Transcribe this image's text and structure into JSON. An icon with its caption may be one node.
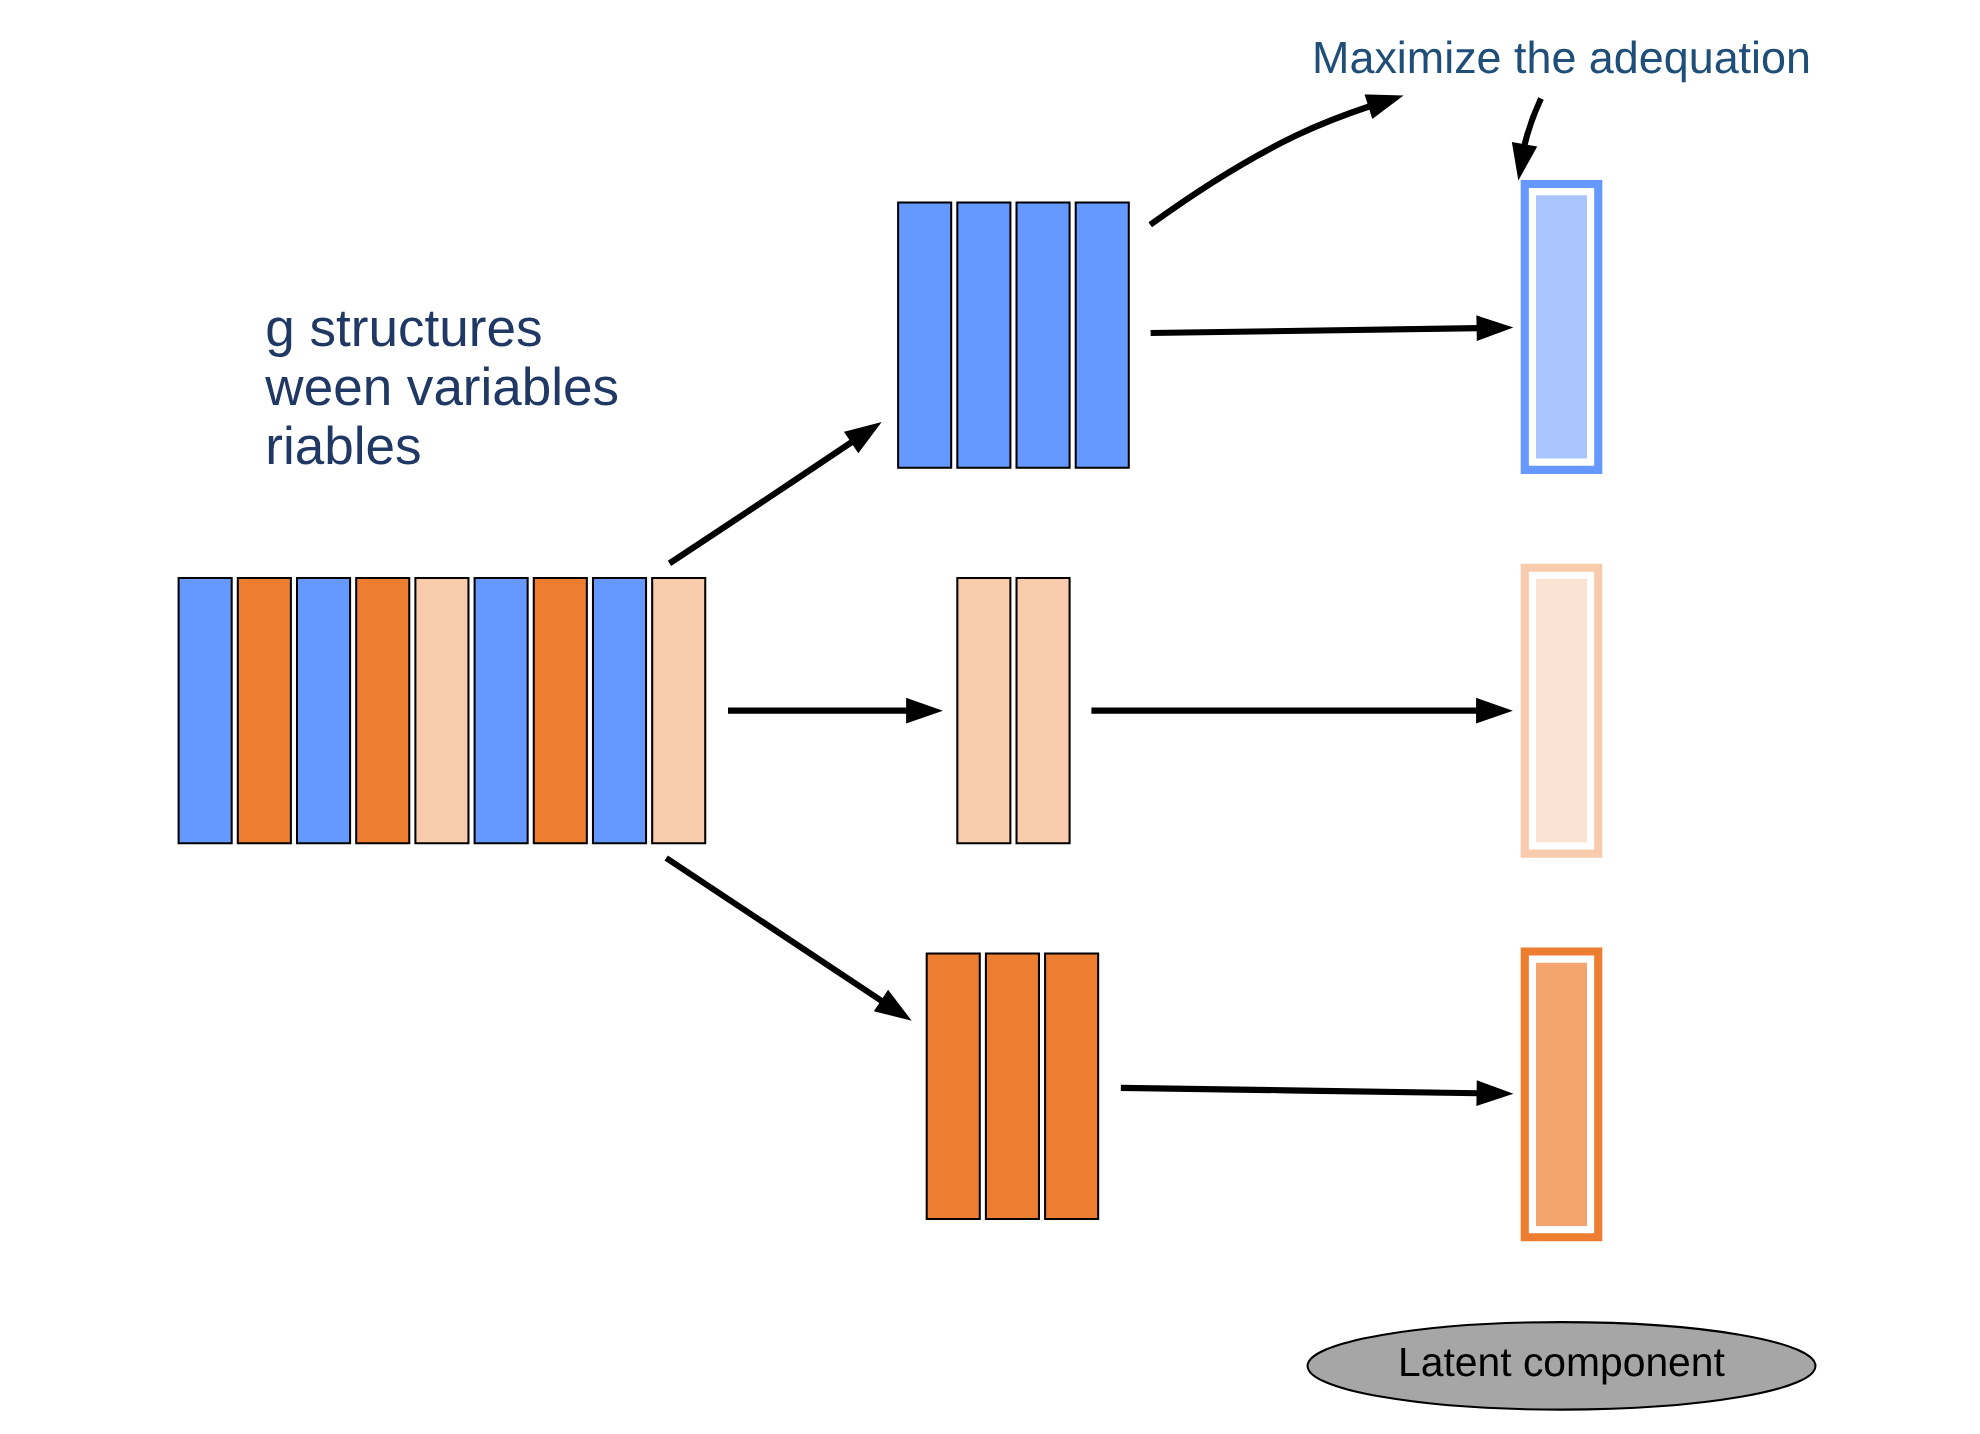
{
  "diagram": {
    "nodes": [
      {
        "text": [],
        "shape": "bar"
      },
      {
        "text": [],
        "shape": "bar"
      },
      {
        "text": [],
        "shape": "bar"
      },
      {
        "text": [],
        "shape": "bar"
      },
      {
        "text": [],
        "shape": "bar"
      },
      {
        "text": [],
        "shape": "bar"
      },
      {
        "text": [],
        "shape": "bar"
      },
      {
        "text": [
          "Maximize the adequation"
        ]
      },
      {
        "text": [
          "Latent component"
        ]
      }
    ],
    "edges": [
      {
        "from": 0,
        "to": 1,
        "arrow": "to"
      },
      {
        "from": 0,
        "to": 2,
        "arrow": "to"
      },
      {
        "from": 0,
        "to": 3,
        "arrow": "to"
      },
      {
        "from": 1,
        "to": 4,
        "arrow": "to"
      },
      {
        "from": 2,
        "to": 5,
        "arrow": "to"
      },
      {
        "from": 3,
        "to": 6,
        "arrow": "to"
      },
      {
        "from": 1,
        "to": 7,
        "arrow": "to"
      },
      {
        "from": 7,
        "to": 4,
        "arrow": "to"
      }
    ],
    "labels": [
      "g structures",
      "ween variables",
      "riables"
    ]
  }
}
